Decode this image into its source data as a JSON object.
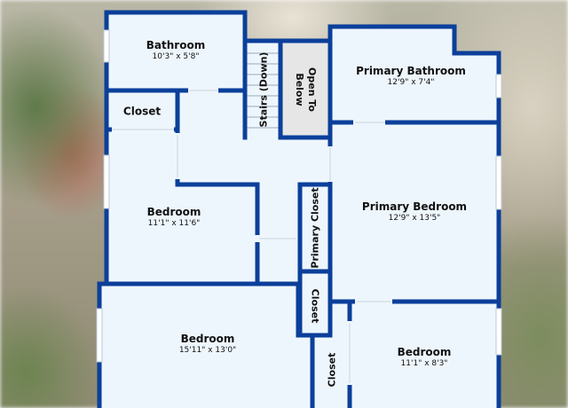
{
  "rooms": {
    "bathroom": {
      "name": "Bathroom",
      "dims": "10'3\" x 5'8\""
    },
    "closet_top": {
      "name": "Closet"
    },
    "stairs": {
      "name": "Stairs (Down)"
    },
    "open_to_below": {
      "line1": "Open To",
      "line2": "Below"
    },
    "primary_bathroom": {
      "name": "Primary Bathroom",
      "dims": "12'9\" x 7'4\""
    },
    "bedroom_left": {
      "name": "Bedroom",
      "dims": "11'1\" x 11'6\""
    },
    "primary_closet": {
      "name": "Primary Closet"
    },
    "primary_bedroom": {
      "name": "Primary Bedroom",
      "dims": "12'9\" x 13'5\""
    },
    "closet_mid": {
      "name": "Closet"
    },
    "bedroom_large": {
      "name": "Bedroom",
      "dims": "15'11\" x 13'0\""
    },
    "closet_bottom": {
      "name": "Closet"
    },
    "bedroom_right": {
      "name": "Bedroom",
      "dims": "11'1\" x 8'3\""
    }
  },
  "colors": {
    "wall": "#0b3f9a",
    "floor": "#eef6fd",
    "open_to_below": "#e6e6e6",
    "window": "#ffffff"
  }
}
